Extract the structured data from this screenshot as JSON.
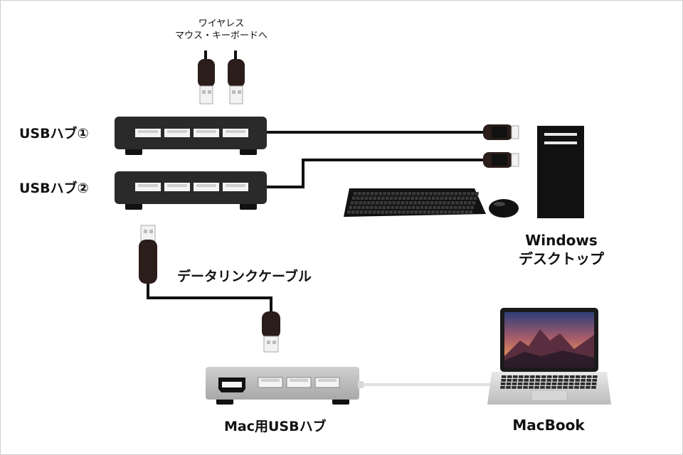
{
  "labels": {
    "wireless_line1": "ワイヤレス",
    "wireless_line2": "マウス・キーボードへ",
    "hub1": "USBハブ①",
    "hub2": "USBハブ②",
    "data_link_cable": "データリンクケーブル",
    "windows_line1": "Windows",
    "windows_line2": "デスクトップ",
    "mac_hub": "Mac用USBハブ",
    "macbook": "MacBook"
  },
  "colors": {
    "hub_body": "#2a2a2a",
    "cable": "#111111",
    "plug_body": "#2b1d1a",
    "mac_hub_body": "#bdbdbd",
    "white_cable": "#e6e6e6"
  }
}
